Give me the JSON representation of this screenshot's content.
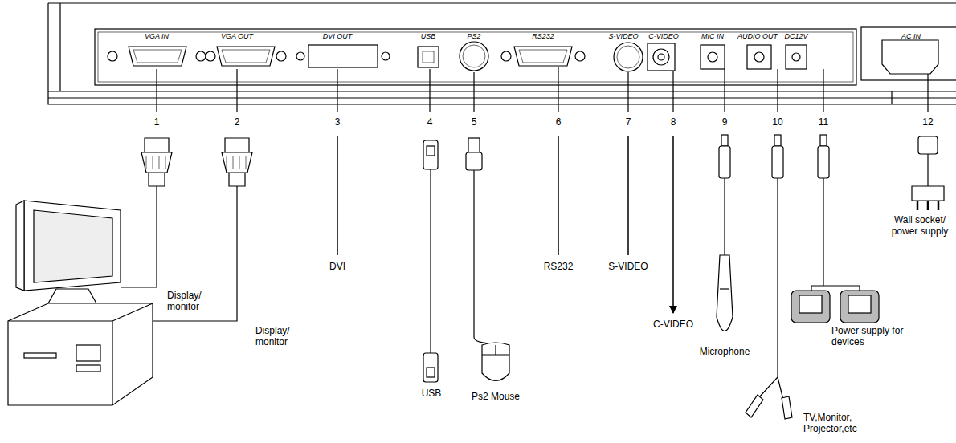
{
  "diagram": {
    "labels": [
      "VGA IN",
      "VGA OUT",
      "DVI OUT",
      "USB",
      "PS2",
      "RS232",
      "S-VIDEO",
      "C-VIDEO",
      "MIC IN",
      "AUDIO OUT",
      "DC12V",
      "AC IN",
      "1",
      "2",
      "3",
      "4",
      "5",
      "6",
      "7",
      "8",
      "9",
      "10",
      "11",
      "12",
      "Display/ monitor",
      "Display/ monitor",
      "DVI",
      "USB",
      "Ps2 Mouse",
      "RS232",
      "S-VIDEO",
      "C-VIDEO",
      "Microphone",
      "TV,Monitor, Projector,etc",
      "Power supply for devices",
      "Wall socket/ power supply"
    ]
  }
}
